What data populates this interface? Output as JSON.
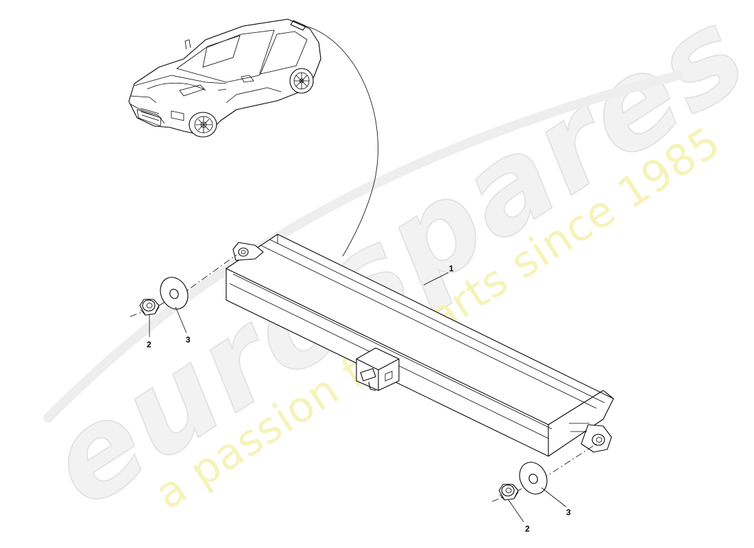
{
  "watermark": {
    "logo_text": "eurospares",
    "tagline": "a passion for parts since 1985"
  },
  "callouts": [
    {
      "id": "part-1",
      "label": "1"
    },
    {
      "id": "part-2-left",
      "label": "2"
    },
    {
      "id": "part-3-left",
      "label": "3"
    },
    {
      "id": "part-2-right",
      "label": "2"
    },
    {
      "id": "part-3-right",
      "label": "3"
    }
  ],
  "colors": {
    "line": "#000000",
    "watermark_logo": "#f2f2f2",
    "watermark_tagline": "#f5f3b9",
    "background": "#ffffff"
  }
}
